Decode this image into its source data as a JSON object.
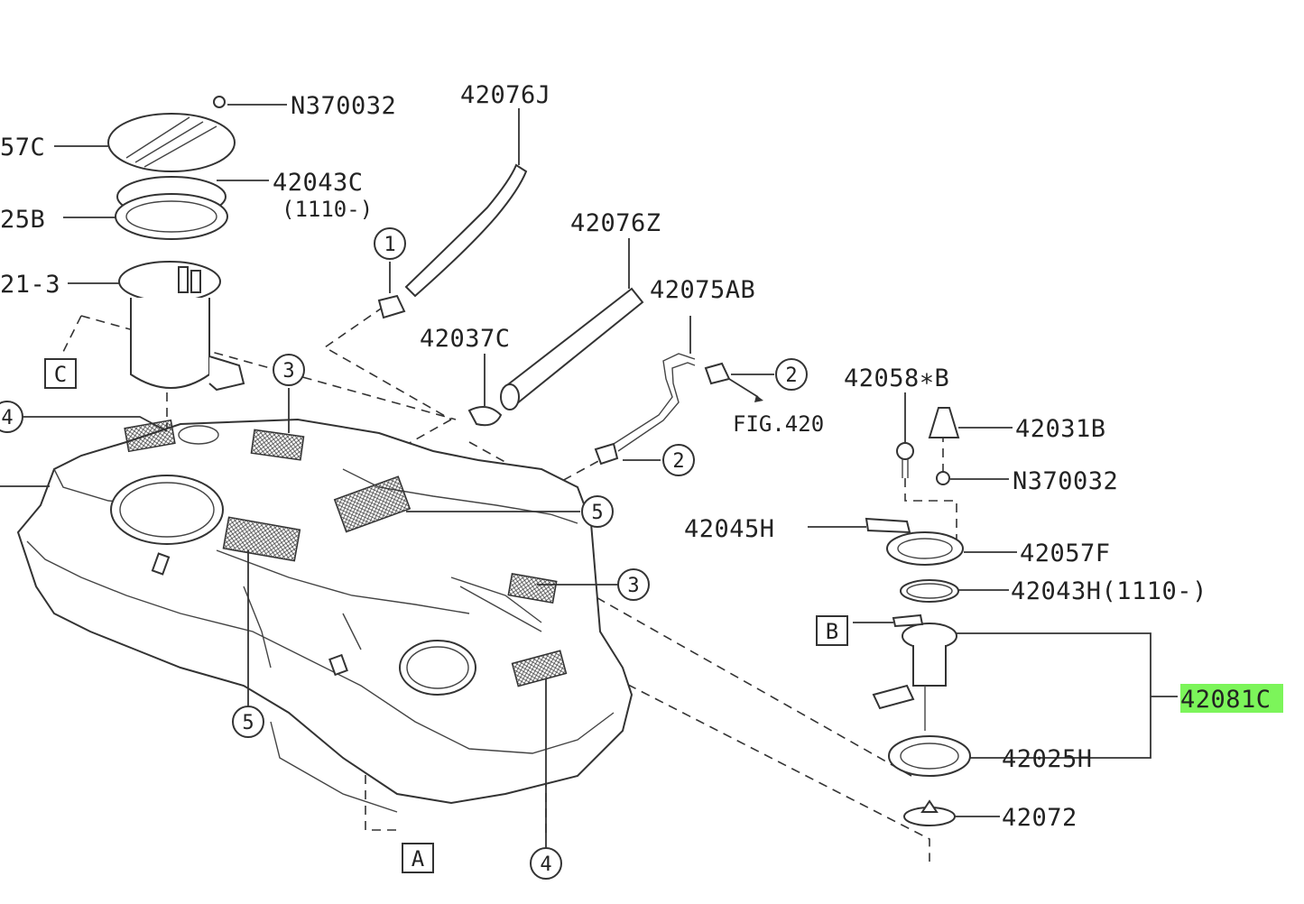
{
  "labels": {
    "n370032_top": "N370032",
    "p42076j": "42076J",
    "p57c_partial": "57C",
    "p42043c": "42043C",
    "p42043c_note": "(1110-)",
    "p25b_partial": "25B",
    "p21_3_partial": "21-3",
    "p42076z": "42076Z",
    "p42075ab": "42075AB",
    "p42037c": "42037C",
    "fig420": "FIG.420",
    "p42058b": "42058∗B",
    "p42031b": "42031B",
    "n370032_right": "N370032",
    "p42045h": "42045H",
    "p42057f": "42057F",
    "p42043h": "42043H(1110-)",
    "p42081c": "42081C",
    "p42025h": "42025H",
    "p42072": "42072"
  },
  "callouts": {
    "c1": "1",
    "c2a": "2",
    "c2b": "2",
    "c3a": "3",
    "c3b": "3",
    "c4a": "4",
    "c4b": "4",
    "c5a": "5",
    "c5b": "5"
  },
  "boxes": {
    "a": "A",
    "b": "B",
    "c": "C"
  },
  "colors": {
    "highlight": "#7CF55A",
    "line": "#333333"
  }
}
